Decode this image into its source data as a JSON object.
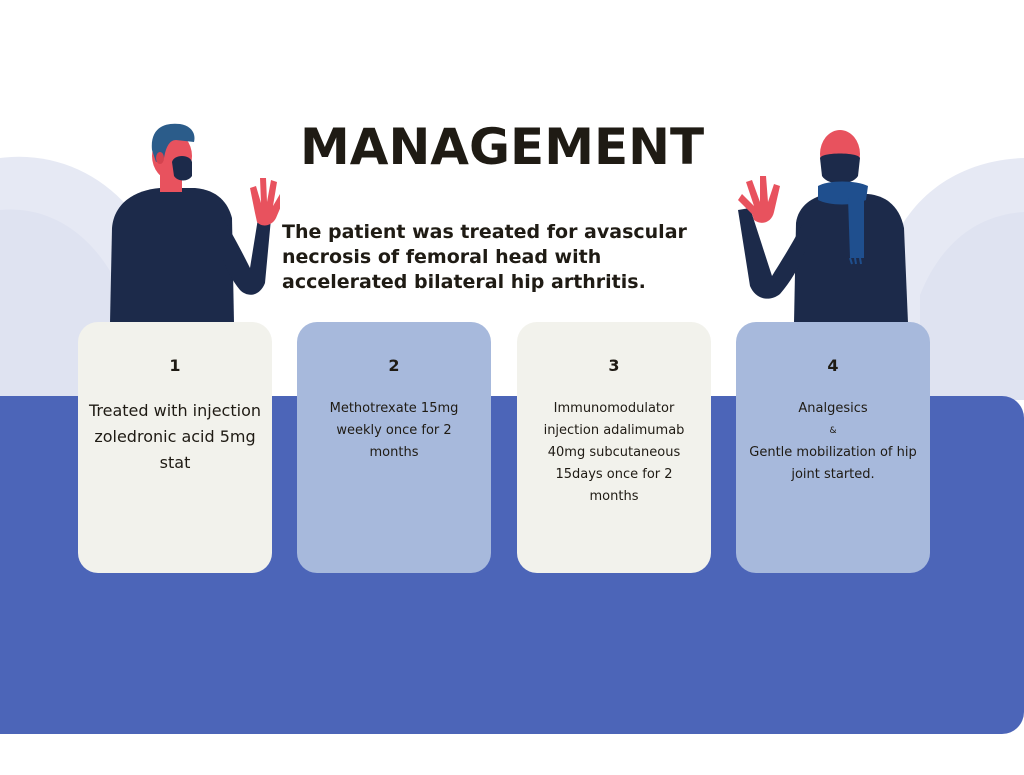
{
  "title": "MANAGEMENT",
  "intro": "The patient was treated for avascular necrosis of femoral head with accelerated bilateral hip arthritis.",
  "colors": {
    "background": "#ffffff",
    "backdrop_blue": "#4c65b8",
    "soft_wave": "#e6e9f4",
    "card_light": "#f2f2ec",
    "card_blue": "#a7b9dc",
    "text_dark": "#1f1b14",
    "skin_red": "#e8525e",
    "shirt_navy": "#1c2a4a",
    "hair_blue": "#2b5c8a"
  },
  "cards": [
    {
      "number": "1",
      "text": "Treated with injection zoledronic acid 5mg stat"
    },
    {
      "number": "2",
      "text": "Methotrexate 15mg weekly once for 2 months"
    },
    {
      "number": "3",
      "text": "Immunomodulator injection adalimumab 40mg subcutaneous 15days once for 2 months"
    },
    {
      "number": "4",
      "line1": "Analgesics",
      "amp": "&",
      "line2": "Gentle mobilization of hip joint started."
    }
  ]
}
